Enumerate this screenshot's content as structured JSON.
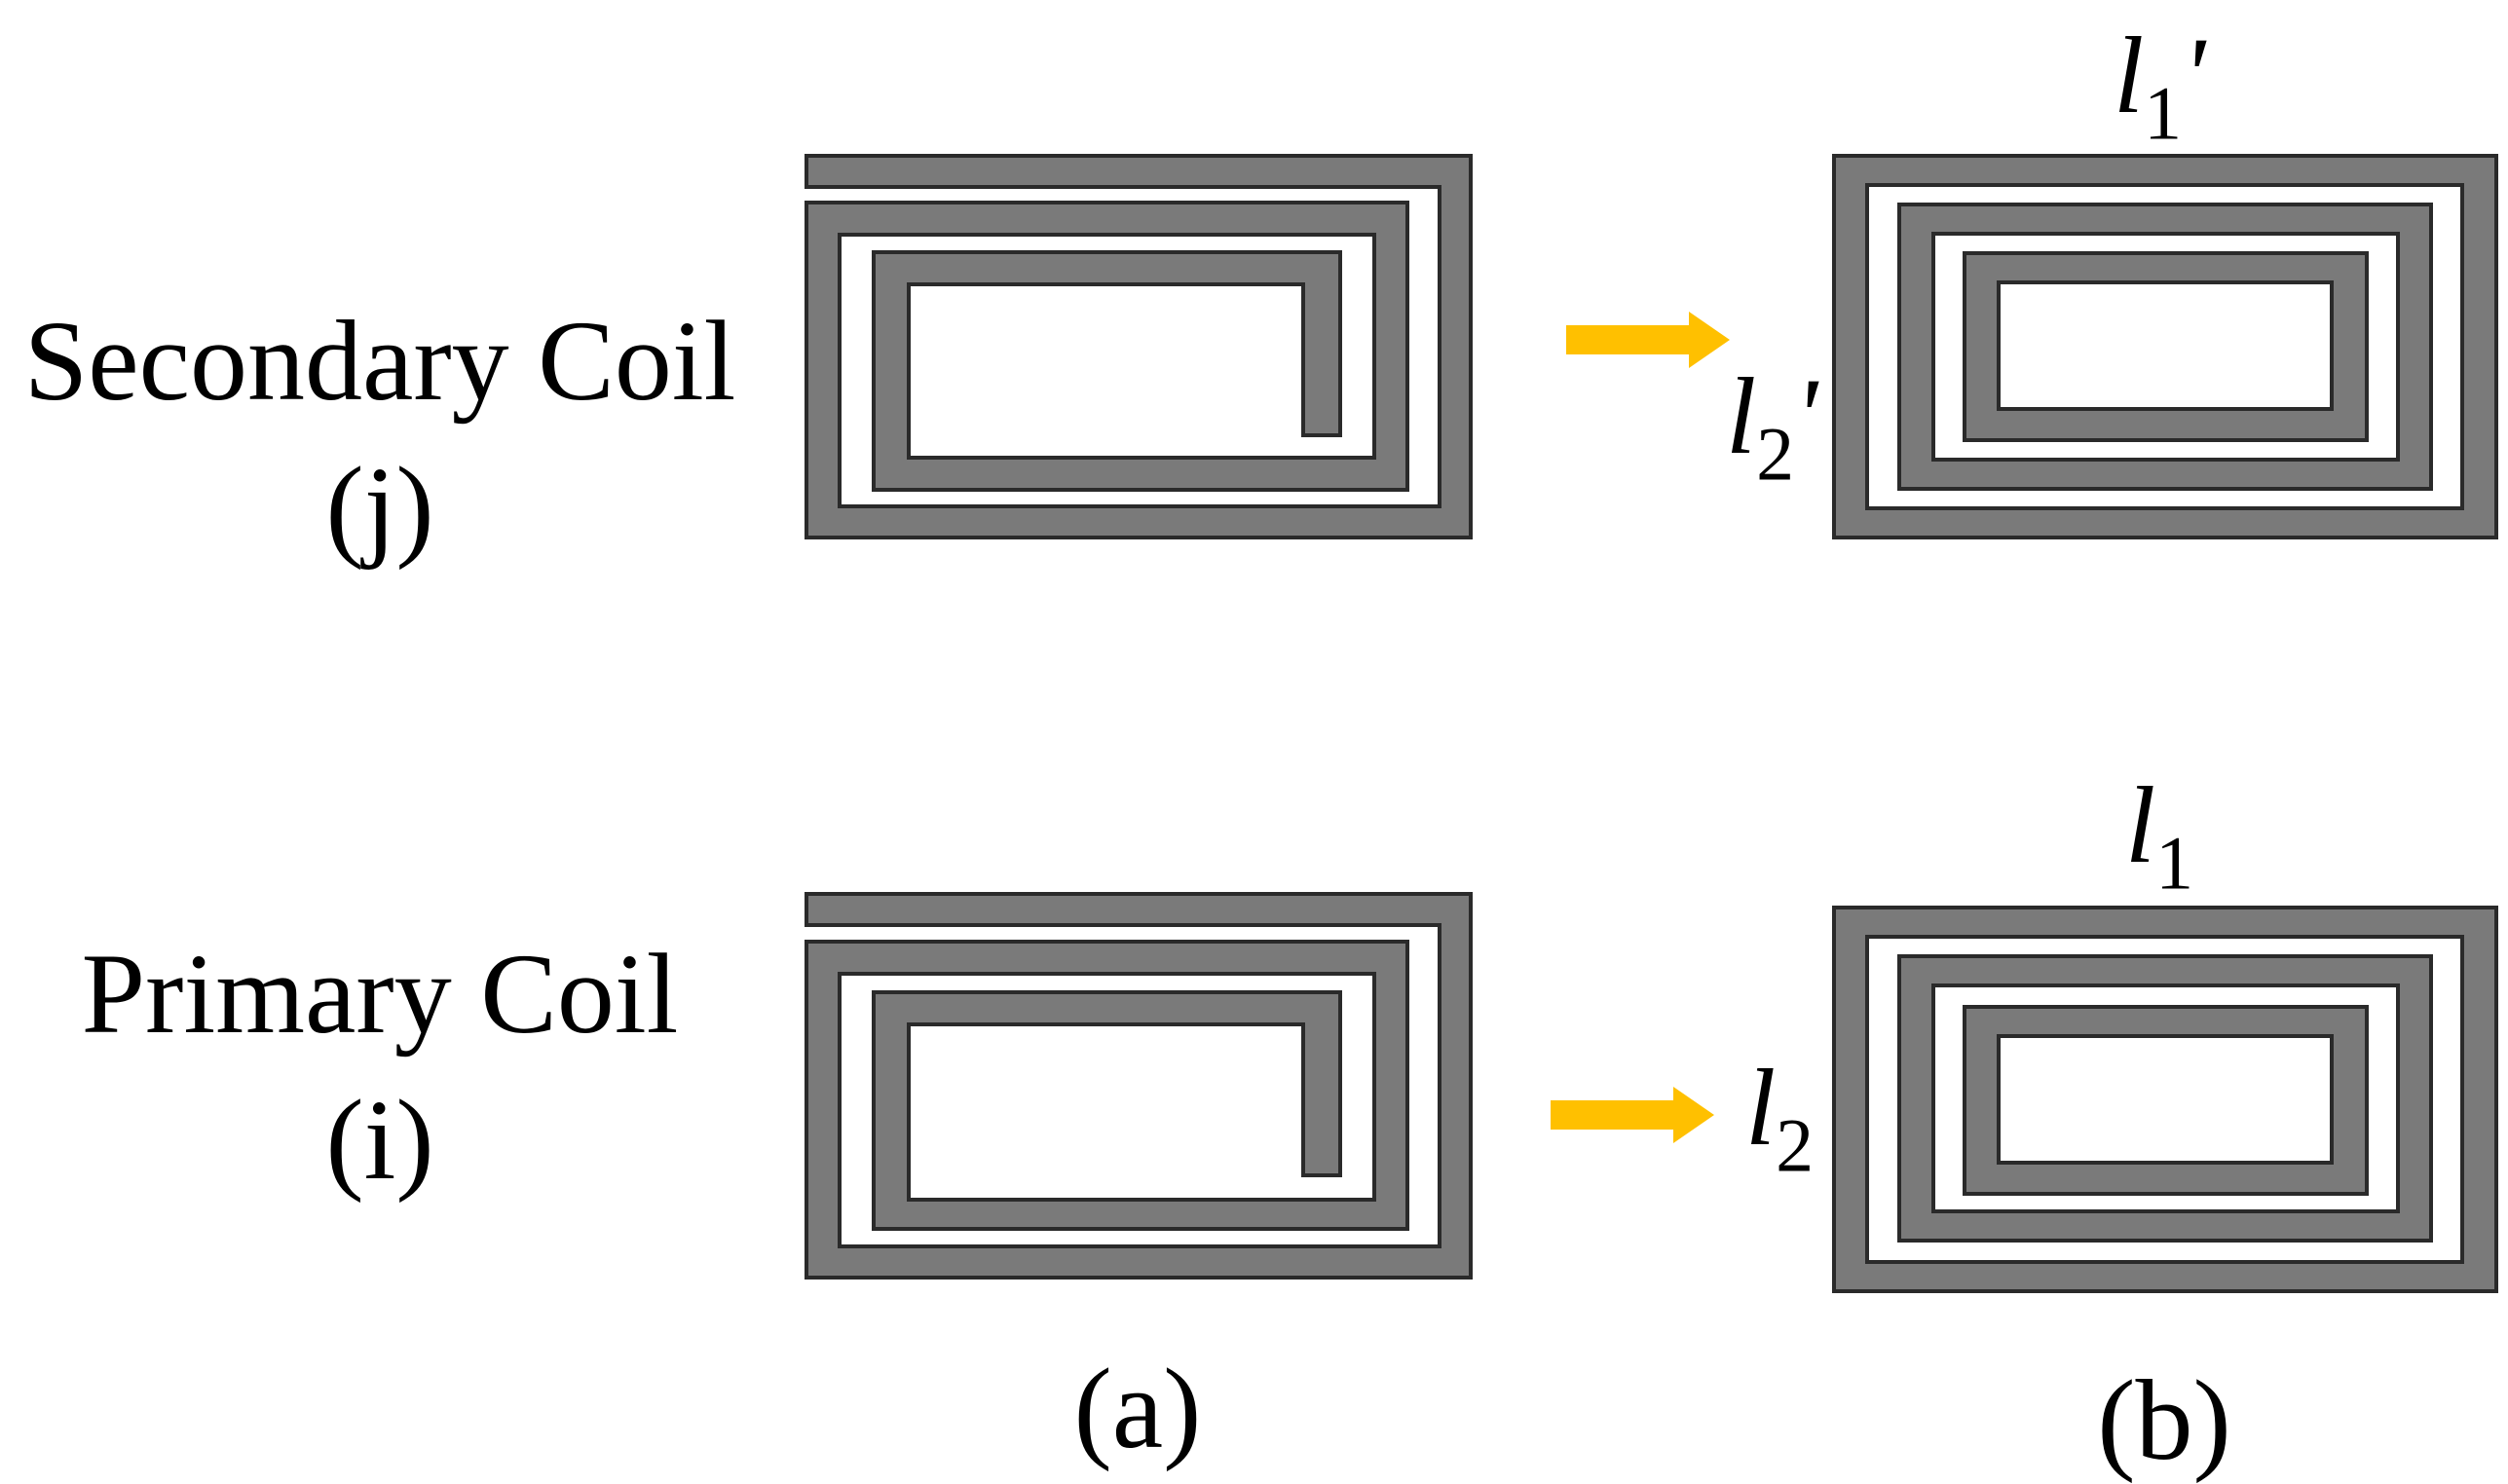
{
  "rows": {
    "secondary": {
      "name": "Secondary Coil",
      "tag": "(j)"
    },
    "primary": {
      "name": "Primary Coil",
      "tag": "(i)"
    }
  },
  "captions": {
    "a": "(a)",
    "b": "(b)"
  },
  "dimension_labels": {
    "secondary_l1": {
      "base": "l",
      "sub": "1",
      "prime": "'"
    },
    "secondary_l2": {
      "base": "l",
      "sub": "2",
      "prime": "'"
    },
    "primary_l1": {
      "base": "l",
      "sub": "1",
      "prime": ""
    },
    "primary_l2": {
      "base": "l",
      "sub": "2",
      "prime": ""
    }
  },
  "colors": {
    "coil_trace": "#7a7a7a",
    "coil_edge": "#2a2a2a",
    "arrow": "#ffc000",
    "text": "#000000"
  }
}
